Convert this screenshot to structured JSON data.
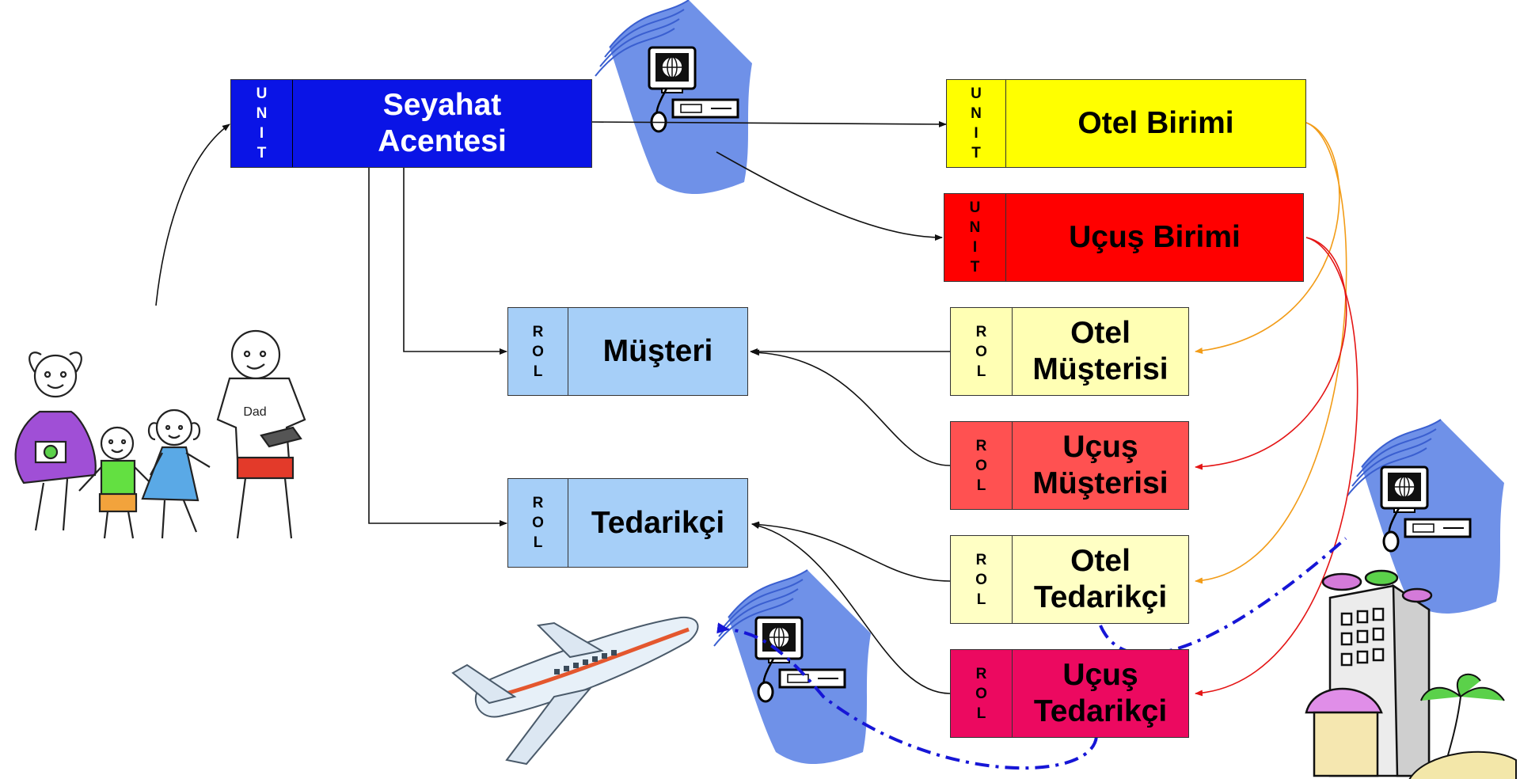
{
  "colors": {
    "travel_agency": "#0a14e6",
    "hotel_unit": "#ffff00",
    "flight_unit": "#ff0000",
    "role_generic": "#a6cff8",
    "hotel_role": "#ffffb4",
    "flight_customer": "#ff5151",
    "flight_supplier": "#ec0960",
    "hotel_arrow": "#f29c18",
    "flight_arrow": "#e41515",
    "dashed_path": "#1616d6",
    "wave": "#6f91e8"
  },
  "tags": {
    "unit": [
      "U",
      "N",
      "I",
      "T"
    ],
    "role": [
      "R",
      "O",
      "L"
    ]
  },
  "units": {
    "travel_agency": "Seyahat Acentesi",
    "hotel": "Otel Birimi",
    "flight": "Uçuş Birimi"
  },
  "roles": {
    "customer": "Müşteri",
    "supplier": "Tedarikçi",
    "hotel_customer": "Otel Müşterisi",
    "flight_customer": "Uçuş Müşterisi",
    "hotel_supplier": "Otel Tedarikçi",
    "flight_supplier": "Uçuş Tedarikçi"
  },
  "icons": [
    "computer-icon",
    "family-icon",
    "airplane-icon",
    "hotel-icon",
    "palm-tree-icon"
  ],
  "family_shirt_text": "Dad"
}
